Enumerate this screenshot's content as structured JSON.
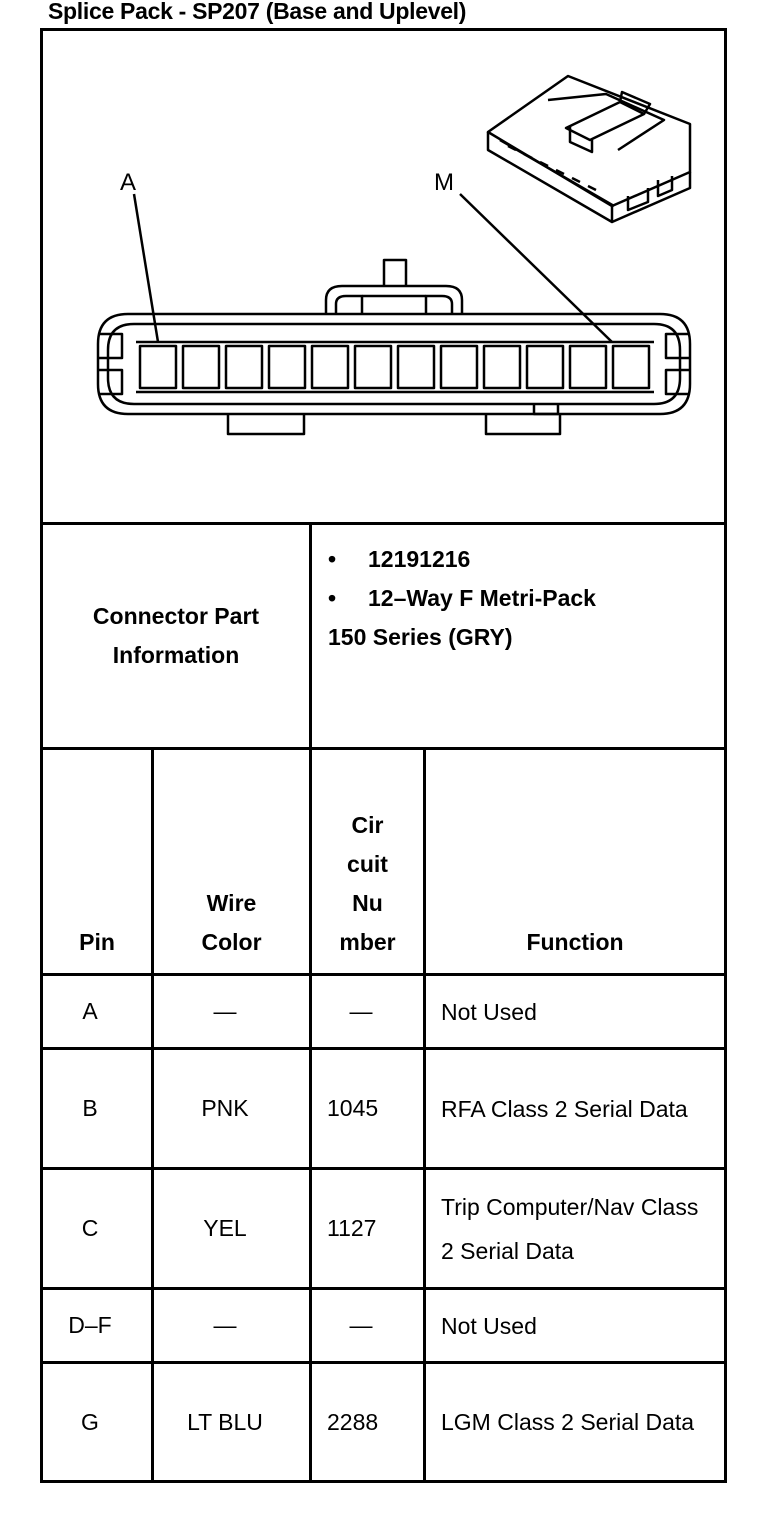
{
  "title": "Splice Pack - SP207 (Base and Uplevel)",
  "diagram": {
    "label_a": "A",
    "label_m": "M",
    "cavity_count": 12
  },
  "connector_info": {
    "label": "Connector Part Information",
    "bullet_1": "12191216",
    "bullet_2": "12–Way F Metri-Pack",
    "bullet_2_cont": "150 Series (GRY)",
    "bullet_symbol": "•"
  },
  "table": {
    "headers": {
      "pin": "Pin",
      "wire_color": "Wire Color",
      "circuit_number": "Cir cuit Nu mber",
      "function": "Function"
    },
    "rows": [
      {
        "pin": "A",
        "wire_color": "—",
        "circuit": "—",
        "function": "Not Used"
      },
      {
        "pin": "B",
        "wire_color": "PNK",
        "circuit": "1045",
        "function": "RFA Class 2 Serial Data"
      },
      {
        "pin": "C",
        "wire_color": "YEL",
        "circuit": "1127",
        "function": "Trip Computer/Nav Class 2 Serial Data"
      },
      {
        "pin": "D–F",
        "wire_color": "—",
        "circuit": "—",
        "function": "Not Used"
      },
      {
        "pin": "G",
        "wire_color": "LT BLU",
        "circuit": "2288",
        "function": "LGM Class 2 Serial Data"
      }
    ]
  }
}
